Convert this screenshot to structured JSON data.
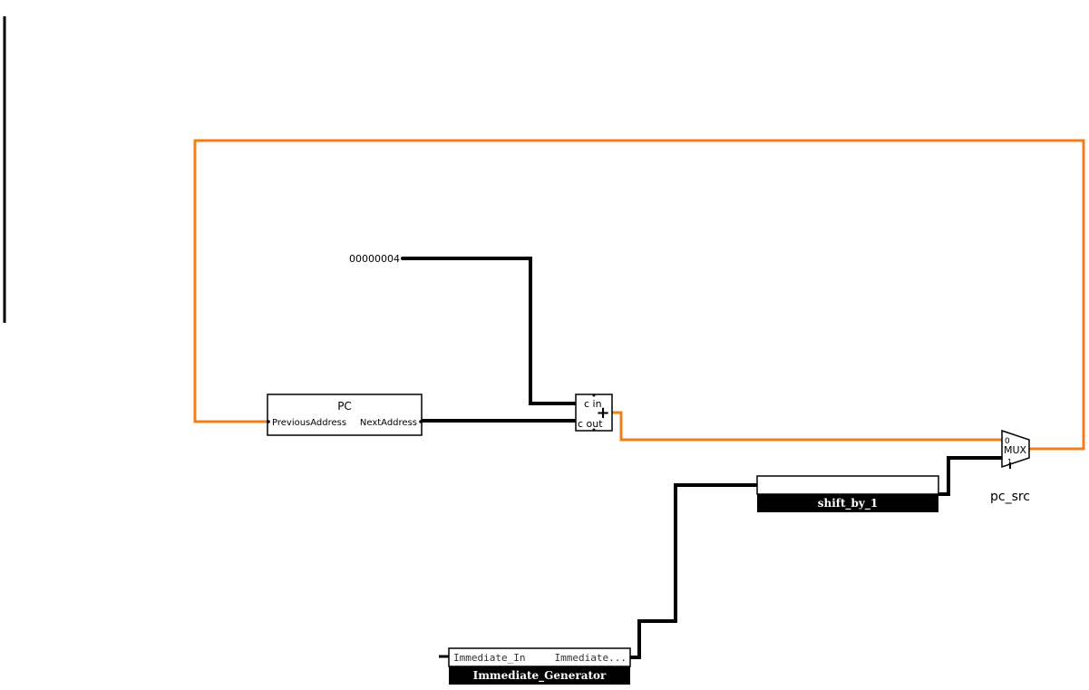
{
  "constant": {
    "value": "00000004"
  },
  "pc": {
    "title": "PC",
    "port_in": "PreviousAddress",
    "port_out": "NextAddress"
  },
  "adder": {
    "port_in": "c in",
    "port_out": "c out",
    "symbol": "+"
  },
  "mux": {
    "input0": "0",
    "label": "MUX",
    "input1": "1",
    "name": "pc_src"
  },
  "shift": {
    "name": "shift_by_1"
  },
  "immgen": {
    "name": "Immediate_Generator",
    "port_in": "Immediate_In",
    "port_out": "Immediate..."
  },
  "colors": {
    "wire_active": "#f07f19",
    "wire_default": "#000000",
    "banner_bg": "#000000",
    "banner_text": "#ffffff"
  }
}
